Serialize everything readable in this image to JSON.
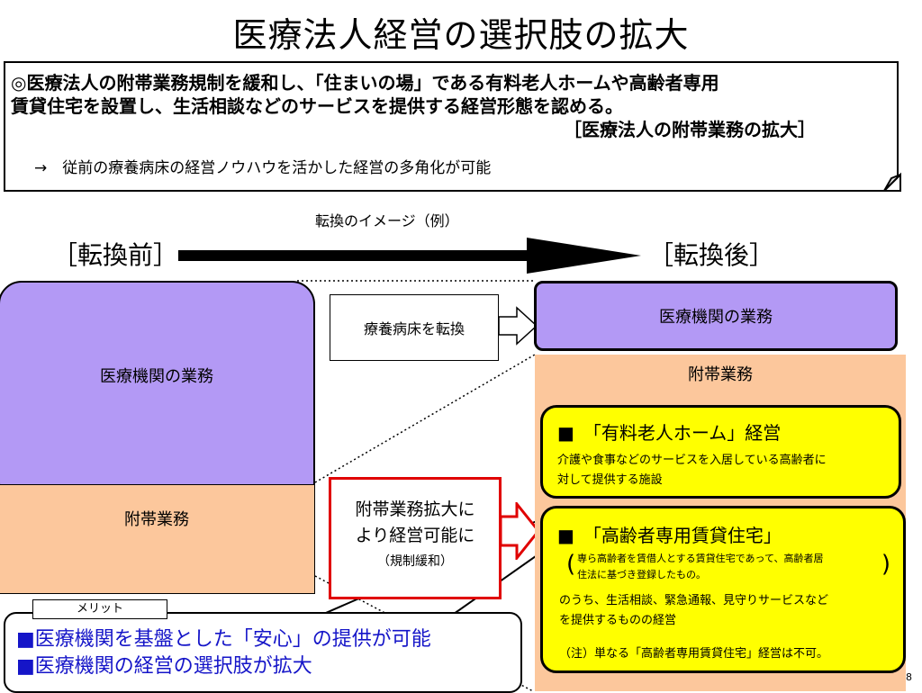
{
  "title": "医療法人経営の選択肢の拡大",
  "note": {
    "line1": "◎医療法人の附帯業務規制を緩和し、「住まいの場」である有料老人ホームや高齢者専用",
    "line2": "賃貸住宅を設置し、生活相談などのサービスを提供する経営形態を認める。",
    "line3": "［医療法人の附帯業務の拡大］",
    "line4": "→　従前の療養病床の経営ノウハウを活かした経営の多角化が可能"
  },
  "caption": "転換のイメージ（例）",
  "before_label": "［転換前］",
  "after_label": "［転換後］",
  "before": {
    "medical": "医療機関の業務",
    "ancillary": "附帯業務"
  },
  "convert_box": "療養病床を転換",
  "expansion_box": {
    "line1": "附帯業務拡大に",
    "line2": "より経営可能に",
    "line3": "（規制緩和）"
  },
  "after": {
    "medical": "医療機関の業務",
    "ancillary": "附帯業務",
    "nursing_home": {
      "title": "■　「有料老人ホーム」経営",
      "desc1": "介護や食事などのサービスを入居している高齢者に",
      "desc2": "対して提供する施設"
    },
    "senior_housing": {
      "title": "■　「高齢者専用賃貸住宅」",
      "def1": "専ら高齢者を賃借人とする賃貸住宅であって、高齢者居",
      "def2": "住法に基づき登録したもの。",
      "desc1": "のうち、生活相談、緊急通報、見守りサービスなど",
      "desc2": "を提供するものの経営",
      "note": "（注）単なる「高齢者専用賃貸住宅」経営は不可。"
    }
  },
  "merit": {
    "tab": "メリット",
    "line1": "■医療機関を基盤とした「安心」の提供が可能",
    "line2": "■医療機関の経営の選択肢が拡大"
  },
  "page_number": "8",
  "colors": {
    "purple": "#b399f5",
    "peach": "#fcc79c",
    "yellow": "#ffff00",
    "red": "#e00000",
    "merit_text": "#1515c8"
  }
}
